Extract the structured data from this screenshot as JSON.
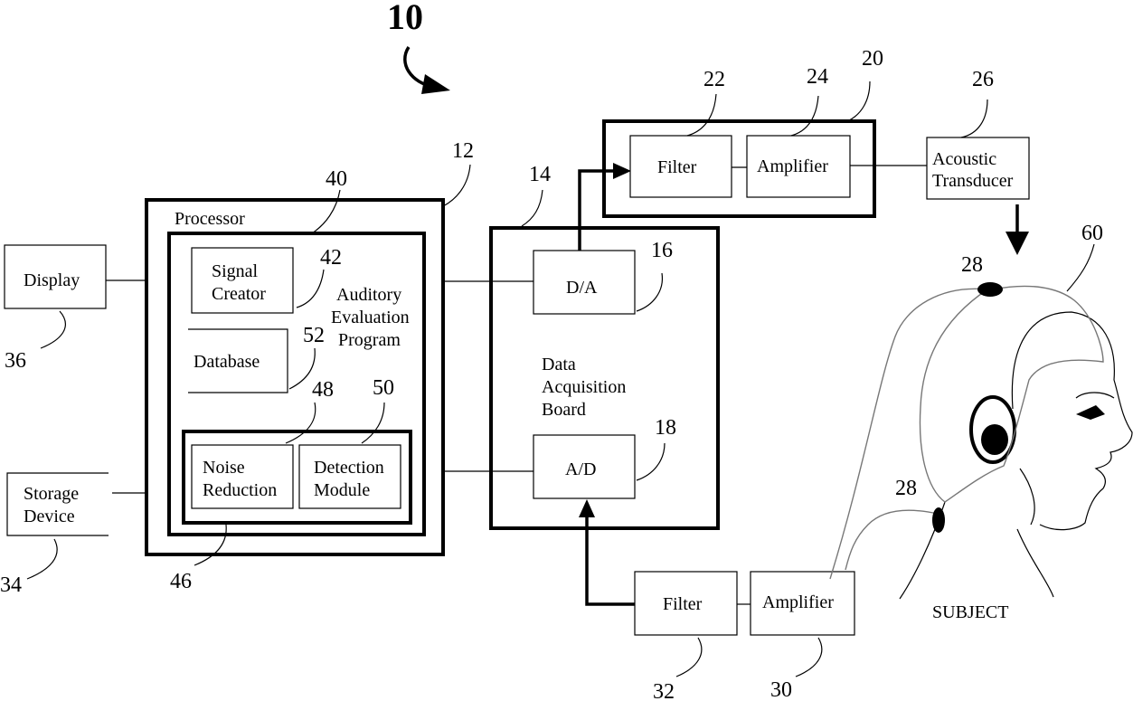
{
  "figure_number": "10",
  "blocks": {
    "display": "Display",
    "storage_line1": "Storage",
    "storage_line2": "Device",
    "processor": "Processor",
    "signal_line1": "Signal",
    "signal_line2": "Creator",
    "program_line1": "Auditory",
    "program_line2": "Evaluation",
    "program_line3": "Program",
    "database": "Database",
    "noise_line1": "Noise",
    "noise_line2": "Reduction",
    "detection_line1": "Detection",
    "detection_line2": "Module",
    "da": "D/A",
    "ad": "A/D",
    "daq_line1": "Data",
    "daq_line2": "Acquisition",
    "daq_line3": "Board",
    "filter_top": "Filter",
    "amp_top": "Amplifier",
    "transducer_line1": "Acoustic",
    "transducer_line2": "Transducer",
    "filter_bottom": "Filter",
    "amp_bottom": "Amplifier",
    "subject": "SUBJECT"
  },
  "refs": {
    "r10": "10",
    "r12": "12",
    "r14": "14",
    "r16": "16",
    "r18": "18",
    "r20": "20",
    "r22": "22",
    "r24": "24",
    "r26": "26",
    "r28a": "28",
    "r28b": "28",
    "r30": "30",
    "r32": "32",
    "r34": "34",
    "r36": "36",
    "r40": "40",
    "r42": "42",
    "r46": "46",
    "r48": "48",
    "r50": "50",
    "r52": "52",
    "r60": "60"
  }
}
